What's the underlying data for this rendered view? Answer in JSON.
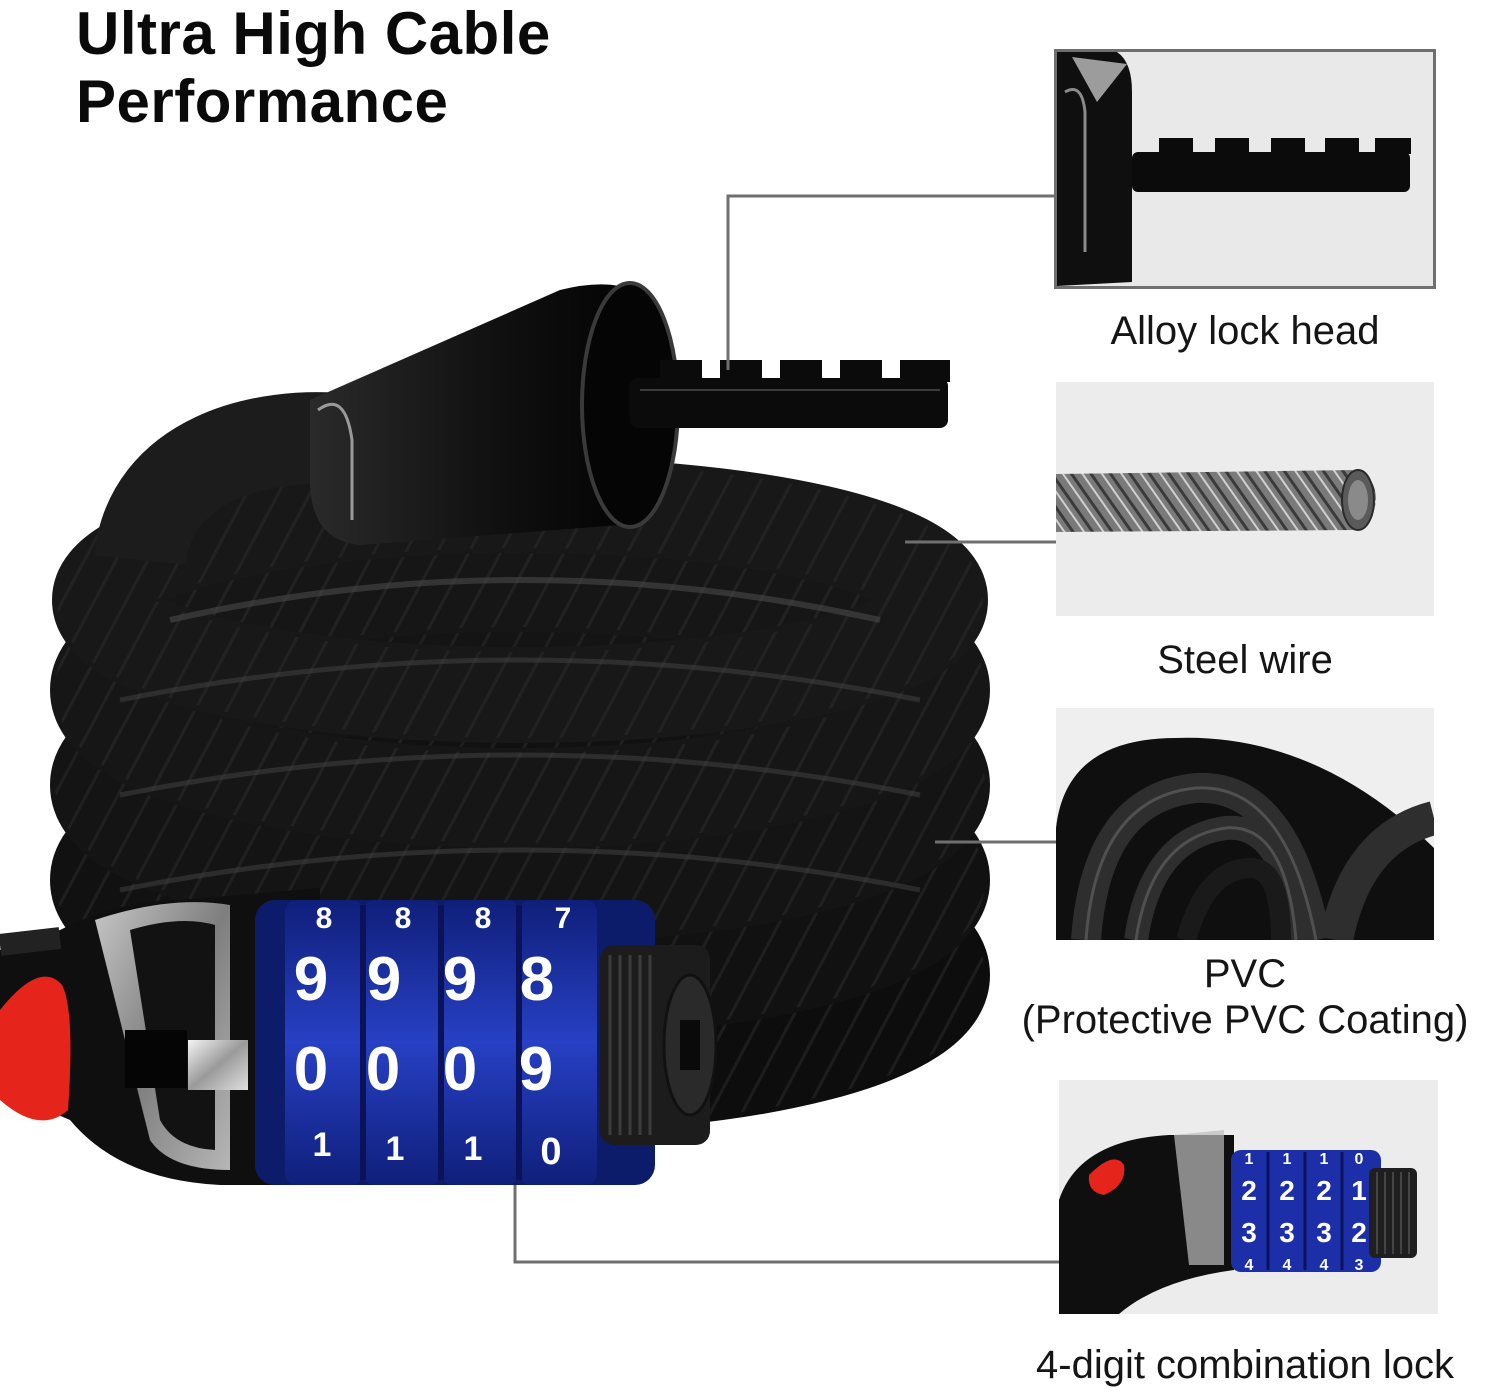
{
  "title": {
    "line1": "Ultra High Cable",
    "line2": "Performance"
  },
  "features": {
    "lock_head": {
      "label": "Alloy lock head"
    },
    "steel_wire": {
      "label": "Steel wire"
    },
    "pvc": {
      "label": "PVC",
      "sublabel": "(Protective PVC Coating)"
    },
    "combination_lock": {
      "label": "4-digit combination lock"
    }
  },
  "main_dials": {
    "wheel1": [
      "8",
      "9",
      "0",
      "1"
    ],
    "wheel2": [
      "8",
      "9",
      "0",
      "1"
    ],
    "wheel3": [
      "8",
      "9",
      "0",
      "1"
    ],
    "wheel4": [
      "7",
      "8",
      "9",
      "0"
    ]
  },
  "detail_dials": {
    "wheel1": [
      "1",
      "2",
      "3",
      "4"
    ],
    "wheel2": [
      "1",
      "2",
      "3",
      "4"
    ],
    "wheel3": [
      "1",
      "2",
      "3",
      "4"
    ],
    "wheel4": [
      "0",
      "1",
      "2",
      "3"
    ]
  },
  "colors": {
    "cable": "#141414",
    "dial_blue": "#1c2fa8",
    "accent_red": "#e5251b",
    "connector_line": "#6f6f6f"
  }
}
